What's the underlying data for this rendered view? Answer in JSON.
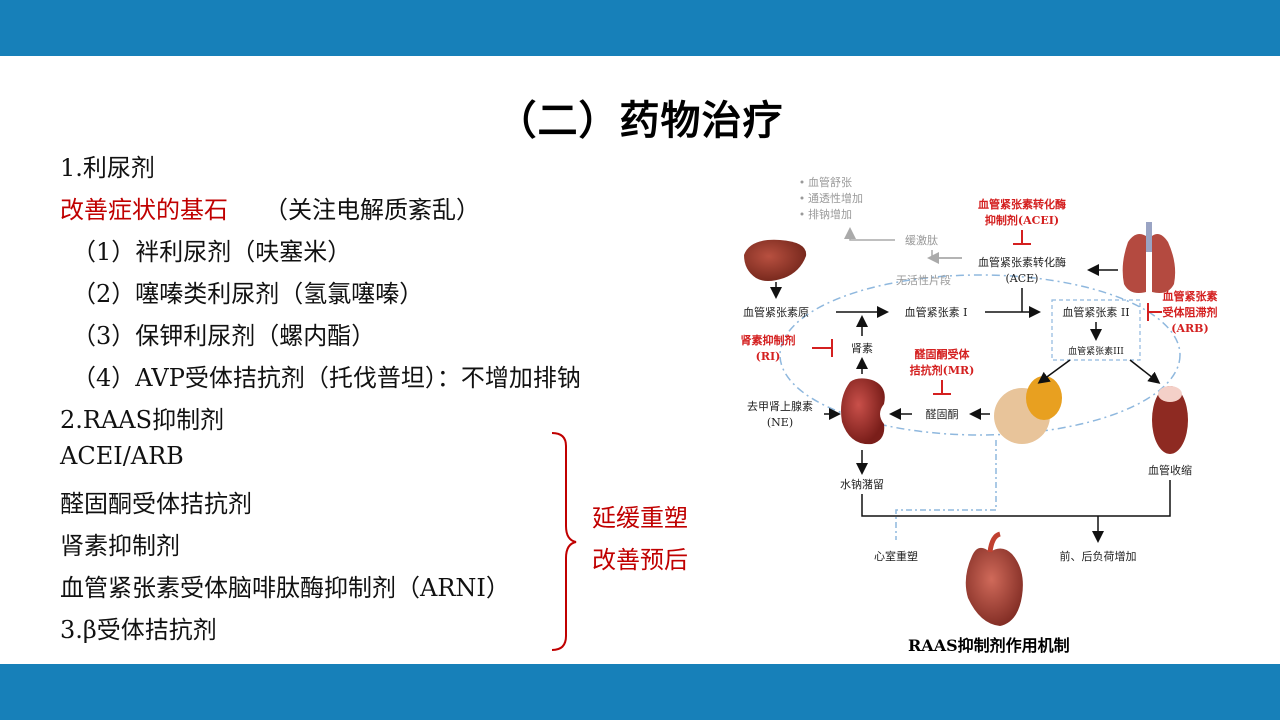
{
  "slide": {
    "title": "（二）药物治疗",
    "items": [
      {
        "text": "1.利尿剂",
        "color": "#111111"
      },
      {
        "text": "改善症状的基石",
        "color": "#c00000",
        "suffix": "（关注电解质紊乱）"
      },
      {
        "text": "（1）袢利尿剂（呋塞米）"
      },
      {
        "text": "（2）噻嗪类利尿剂（氢氯噻嗪）"
      },
      {
        "text": "（3）保钾利尿剂（螺内酯）"
      },
      {
        "text": "（4）AVP受体拮抗剂（托伐普坦）：不增加排钠"
      },
      {
        "text": "2.RAAS抑制剂"
      },
      {
        "text": "ACEI/ARB"
      },
      {
        "text": "醛固酮受体拮抗剂"
      },
      {
        "text": "肾素抑制剂"
      },
      {
        "text": "血管紧张素受体脑啡肽酶抑制剂（ARNI）"
      },
      {
        "text": "3.β受体拮抗剂"
      }
    ],
    "brace_labels": [
      "延缓重塑",
      "改善预后"
    ]
  },
  "diagram": {
    "caption": "RAAS抑制剂作用机制",
    "gray_list": [
      "血管舒张",
      "通透性增加",
      "排钠增加"
    ],
    "labels": {
      "bradykinin": "缓激肽",
      "inactive": "无活性片段",
      "ace": "血管紧张素转化酶",
      "ace_abbr": "(ACE)",
      "acei_1": "血管紧张素转化酶",
      "acei_2": "抑制剂(ACEI)",
      "arb_1": "血管紧张素",
      "arb_2": "受体阻滞剂",
      "arb_3": "(ARB)",
      "angiotensinogen": "血管紧张素原",
      "ang1": "血管紧张素 I",
      "ang2": "血管紧张素 II",
      "ang3": "血管紧张素III",
      "ri_1": "肾素抑制剂",
      "ri_2": "(RI)",
      "renin": "肾素",
      "mr_1": "醛固酮受体",
      "mr_2": "拮抗剂(MR)",
      "ne_1": "去甲肾上腺素",
      "ne_2": "(NE)",
      "aldosterone": "醛固酮",
      "sodium": "水钠潴留",
      "vasoconstriction": "血管收缩",
      "remodeling": "心室重塑",
      "load": "前、后负荷增加"
    },
    "colors": {
      "accent_red": "#d42020",
      "band_blue": "#1780b9",
      "dash_blue": "#8fb8de"
    }
  }
}
